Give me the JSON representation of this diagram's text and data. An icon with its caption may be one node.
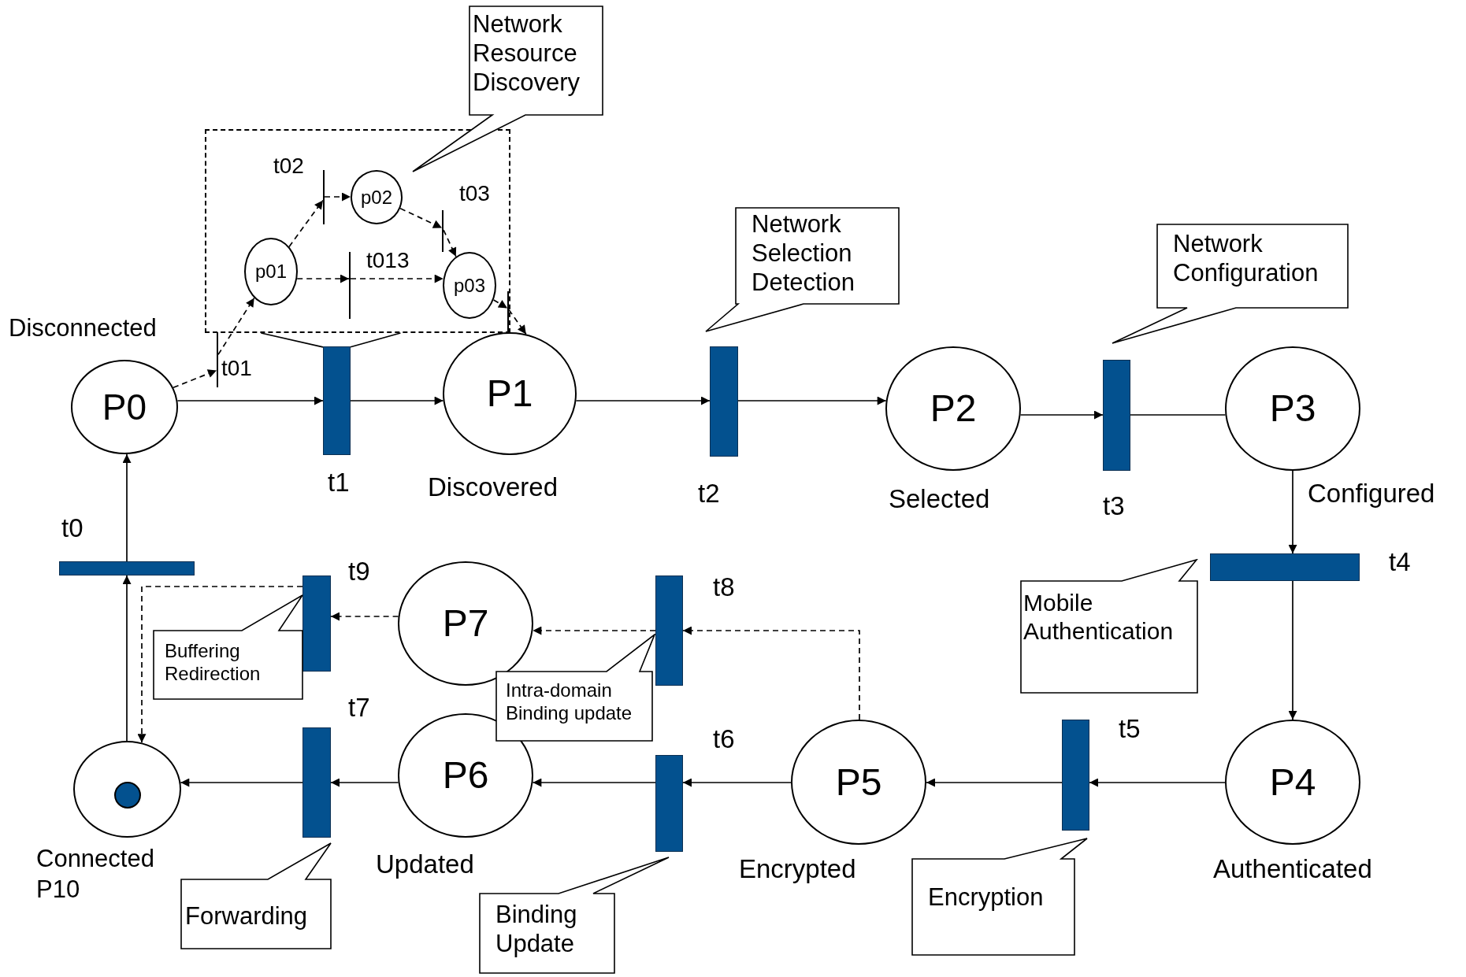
{
  "diagram": {
    "nodes": [
      {
        "text": [
          "P0"
        ],
        "beside": [
          "Disconnected"
        ]
      },
      {
        "text": [],
        "shape": "bar",
        "beside": [
          "t01"
        ]
      },
      {
        "text": [],
        "shape": "box"
      },
      {
        "text": [
          "p01"
        ],
        "in": 2
      },
      {
        "text": [],
        "shape": "bar",
        "in": 2,
        "beside": [
          "t02"
        ]
      },
      {
        "text": [
          "p02"
        ],
        "in": 2
      },
      {
        "text": [],
        "shape": "bar",
        "in": 2,
        "beside": [
          "t03"
        ]
      },
      {
        "text": [],
        "shape": "bar",
        "in": 2,
        "beside": [
          "t013"
        ]
      },
      {
        "text": [
          "p03"
        ],
        "in": 2
      },
      {
        "text": [],
        "shape": "bar",
        "in": 2
      },
      {
        "text": [
          "Network Resource Discovery"
        ]
      },
      {
        "text": [],
        "shape": "bar",
        "beside": [
          "t1"
        ]
      },
      {
        "text": [
          "P1"
        ],
        "beside": [
          "Discovered"
        ]
      },
      {
        "text": [
          "Network Selection Detection"
        ]
      },
      {
        "text": [],
        "shape": "bar",
        "beside": [
          "t2"
        ]
      },
      {
        "text": [
          "P2"
        ],
        "beside": [
          "Selected"
        ]
      },
      {
        "text": [
          "Network Configuration"
        ]
      },
      {
        "text": [],
        "shape": "bar",
        "beside": [
          "t3"
        ]
      },
      {
        "text": [
          "P3"
        ],
        "beside": [
          "Configured"
        ]
      },
      {
        "text": [],
        "shape": "bar",
        "beside": [
          "t4"
        ]
      },
      {
        "text": [
          "Mobile Authentication"
        ]
      },
      {
        "text": [
          "P4"
        ],
        "beside": [
          "Authenticated"
        ]
      },
      {
        "text": [],
        "shape": "bar",
        "beside": [
          "t5"
        ]
      },
      {
        "text": [
          "Encryption"
        ]
      },
      {
        "text": [
          "P5"
        ],
        "beside": [
          "Encrypted"
        ]
      },
      {
        "text": [],
        "shape": "bar",
        "beside": [
          "t8"
        ]
      },
      {
        "text": [
          "Intra-domain Binding update"
        ]
      },
      {
        "text": [
          "P7"
        ]
      },
      {
        "text": [],
        "shape": "bar",
        "beside": [
          "t9"
        ]
      },
      {
        "text": [
          "Buffering Redirection"
        ]
      },
      {
        "text": [],
        "shape": "bar",
        "beside": [
          "t0"
        ]
      },
      {
        "text": [],
        "shape": "circle",
        "beside": [
          "Connected P10"
        ]
      },
      {
        "text": [],
        "shape": "bar",
        "beside": [
          "t7"
        ]
      },
      {
        "text": [
          "Forwarding"
        ]
      },
      {
        "text": [
          "P6"
        ],
        "beside": [
          "Updated"
        ]
      },
      {
        "text": [],
        "shape": "bar",
        "beside": [
          "t6"
        ]
      },
      {
        "text": [
          "Binding Update"
        ]
      }
    ],
    "edges": [
      {
        "from": 0,
        "to": 11,
        "arrow": "to"
      },
      {
        "from": 11,
        "to": 12,
        "arrow": "to"
      },
      {
        "from": 12,
        "to": 14,
        "arrow": "to"
      },
      {
        "from": 14,
        "to": 15,
        "arrow": "to"
      },
      {
        "from": 15,
        "to": 17,
        "arrow": "to"
      },
      {
        "from": 17,
        "to": 18,
        "arrow": "none"
      },
      {
        "from": 18,
        "to": 19,
        "arrow": "to"
      },
      {
        "from": 19,
        "to": 21,
        "arrow": "to"
      },
      {
        "from": 21,
        "to": 22,
        "arrow": "to"
      },
      {
        "from": 22,
        "to": 24,
        "arrow": "to"
      },
      {
        "from": 24,
        "to": 35,
        "arrow": "to"
      },
      {
        "from": 35,
        "to": 34,
        "arrow": "to"
      },
      {
        "from": 34,
        "to": 32,
        "arrow": "to"
      },
      {
        "from": 32,
        "to": 31,
        "arrow": "to"
      },
      {
        "from": 31,
        "to": 30,
        "arrow": "to"
      },
      {
        "from": 30,
        "to": 0,
        "arrow": "to"
      },
      {
        "from": 24,
        "to": 25,
        "arrow": "to",
        "style": "dashed"
      },
      {
        "from": 25,
        "to": 27,
        "arrow": "to",
        "style": "dashed"
      },
      {
        "from": 27,
        "to": 28,
        "arrow": "to",
        "style": "dashed"
      },
      {
        "from": 28,
        "to": 31,
        "arrow": "to",
        "style": "dashed"
      },
      {
        "from": 0,
        "to": 1,
        "arrow": "to",
        "style": "dashed"
      },
      {
        "from": 1,
        "to": 3,
        "arrow": "to",
        "style": "dashed"
      },
      {
        "from": 3,
        "to": 4,
        "arrow": "to",
        "style": "dashed"
      },
      {
        "from": 4,
        "to": 5,
        "arrow": "to",
        "style": "dashed"
      },
      {
        "from": 5,
        "to": 6,
        "arrow": "to",
        "style": "dashed"
      },
      {
        "from": 6,
        "to": 8,
        "arrow": "to",
        "style": "dashed"
      },
      {
        "from": 3,
        "to": 7,
        "arrow": "to",
        "style": "dashed"
      },
      {
        "from": 7,
        "to": 8,
        "arrow": "to",
        "style": "dashed"
      },
      {
        "from": 8,
        "to": 9,
        "arrow": "to",
        "style": "dashed"
      },
      {
        "from": 9,
        "to": 12,
        "arrow": "to",
        "style": "dashed"
      },
      {
        "from": 2,
        "to": 11,
        "arrow": "none"
      },
      {
        "from": 2,
        "to": 11,
        "arrow": "none"
      }
    ]
  }
}
